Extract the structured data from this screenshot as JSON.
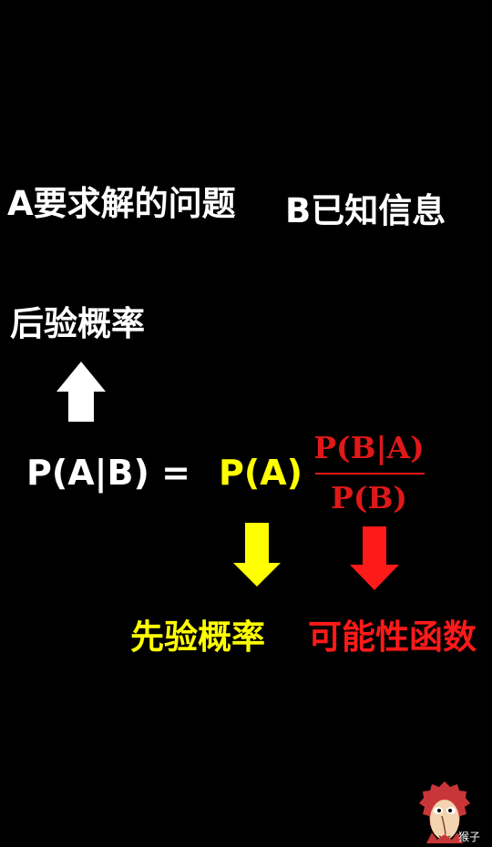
{
  "labels": {
    "a": "A要求解的问题",
    "b": "B已知信息",
    "posterior": "后验概率",
    "prior": "先验概率",
    "likelihood": "可能性函数"
  },
  "formula": {
    "lhs": "P(A|B) =",
    "prior": "P(A)",
    "numerator": "P(B|A)",
    "denominator": "P(B)"
  },
  "watermark": {
    "caption": "猴子"
  },
  "colors": {
    "background": "#000000",
    "white": "#ffffff",
    "yellow": "#ffff00",
    "red": "#e01818"
  },
  "icons": [
    "arrow-up-icon",
    "arrow-down-yellow-icon",
    "arrow-down-red-icon",
    "monkey-logo-icon"
  ]
}
